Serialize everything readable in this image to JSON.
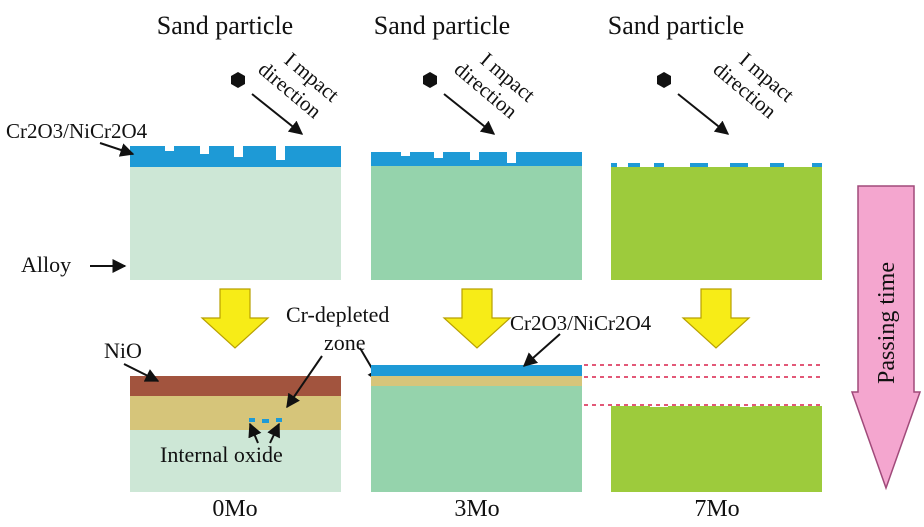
{
  "colors": {
    "oxide_blue": "#1e9ad6",
    "alloy_0mo": "#cde7d6",
    "alloy_3mo": "#95d3ac",
    "alloy_7mo": "#9dcb3c",
    "nio": "#a2543e",
    "cr_depleted": "#d6c57a",
    "arrow_yellow": "#f7ec17",
    "arrow_yellow_edge": "#b8a000",
    "passing_time_pink": "#f4a6cf",
    "dashed_red": "#d8204a"
  },
  "icons": {
    "sand_particle": "hexagon-icon",
    "transition": "yellow-down-arrow-icon",
    "time": "pink-down-arrow-icon"
  },
  "labels": {
    "sand_particle_1": "Sand particle",
    "sand_particle_2": "Sand particle",
    "sand_particle_3": "Sand particle",
    "impact_1": "I mpact",
    "direction_1": "direction",
    "impact_2": "I mpact",
    "direction_2": "direction",
    "impact_3": "I mpact",
    "direction_3": "direction",
    "oxide_top": "Cr2O3/NiCr2O4",
    "alloy": "Alloy",
    "cr_depleted_1": "Cr-depleted",
    "cr_depleted_2": "zone",
    "oxide_bottom": "Cr2O3/NiCr2O4",
    "nio": "NiO",
    "internal_oxide": "Internal oxide",
    "passing_time": "Passing time",
    "stage_0": "0Mo",
    "stage_3": "3Mo",
    "stage_7": "7Mo"
  }
}
